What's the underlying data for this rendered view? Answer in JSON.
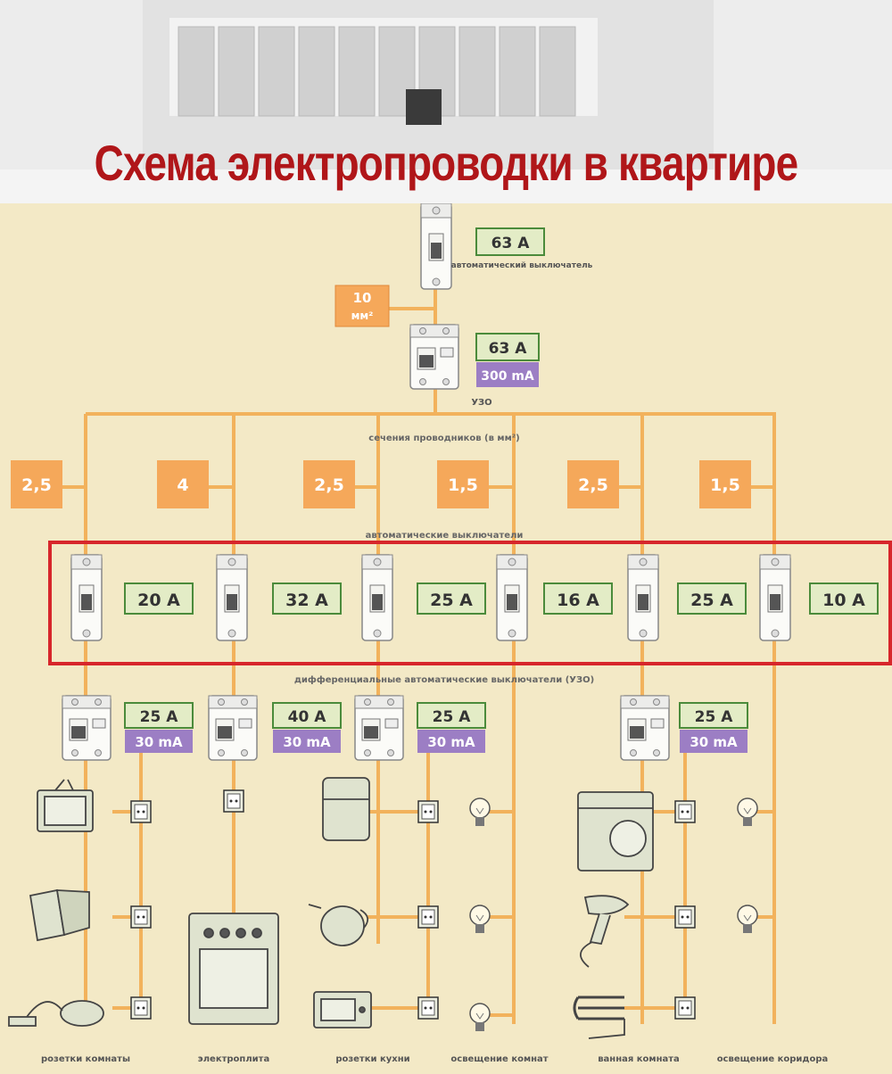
{
  "title": "Схема электропроводки в квартире",
  "main": {
    "breaker_rating": "63 A",
    "breaker_label": "автоматический выключатель",
    "cable_top": "10",
    "cable_bottom": "мм²",
    "rcd_rating": "63 A",
    "rcd_current": "300 mA",
    "rcd_label": "УЗО"
  },
  "section_labels": {
    "wire_sections": "сечения проводников (в мм²)",
    "breakers": "автоматические выключатели",
    "diff_breakers": "дифференциальные автоматические выключатели (УЗО)"
  },
  "wire_sections": [
    "2,5",
    "4",
    "2,5",
    "1,5",
    "2,5",
    "1,5"
  ],
  "breakers": [
    "20 A",
    "32 A",
    "25 A",
    "16 A",
    "25 A",
    "10 A"
  ],
  "rcds": [
    {
      "rating": "25 A",
      "current": "30 mA"
    },
    {
      "rating": "40 A",
      "current": "30 mA"
    },
    {
      "rating": "25 A",
      "current": "30 mA"
    },
    {
      "rating": "25 A",
      "current": "30 mA"
    }
  ],
  "group_labels": [
    "розетки комнаты",
    "электроплита",
    "розетки кухни",
    "освещение комнат",
    "ванная комната",
    "освещение коридора"
  ],
  "colors": {
    "background": "#f3e9c6",
    "wire": "#f2b25c",
    "orange_box": "#f5a85a",
    "green_box": "#e3ecc6",
    "purple_box": "#9c7ec4",
    "title": "#b01619",
    "highlight": "#d7262b"
  }
}
